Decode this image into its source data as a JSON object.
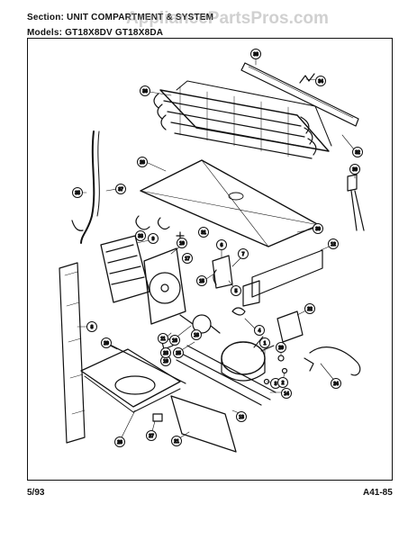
{
  "header": {
    "section_label": "Section:",
    "section_value": "UNIT COMPARTMENT & SYSTEM",
    "models_label": "Models:",
    "models_value": "GT18X8DV  GT18X8DA"
  },
  "watermark": "AppliancePartsPros.com",
  "footer": {
    "date": "5/93",
    "page_code": "A41-85"
  },
  "callouts": [
    {
      "id": "c38",
      "label": "38"
    },
    {
      "id": "c34",
      "label": "34"
    },
    {
      "id": "c39",
      "label": "39"
    },
    {
      "id": "c32",
      "label": "32"
    },
    {
      "id": "c36",
      "label": "36"
    },
    {
      "id": "c28",
      "label": "28"
    },
    {
      "id": "c37",
      "label": "37"
    },
    {
      "id": "c35",
      "label": "35"
    },
    {
      "id": "c33",
      "label": "33"
    },
    {
      "id": "c31",
      "label": "31"
    },
    {
      "id": "c30",
      "label": "30"
    },
    {
      "id": "c12",
      "label": "12"
    },
    {
      "id": "c9",
      "label": "9"
    },
    {
      "id": "c10",
      "label": "10"
    },
    {
      "id": "c17",
      "label": "17"
    },
    {
      "id": "c6",
      "label": "6"
    },
    {
      "id": "c7",
      "label": "7"
    },
    {
      "id": "c15",
      "label": "15"
    },
    {
      "id": "c5",
      "label": "5"
    },
    {
      "id": "c8",
      "label": "8"
    },
    {
      "id": "c22",
      "label": "22"
    },
    {
      "id": "c4",
      "label": "4"
    },
    {
      "id": "c11",
      "label": "11"
    },
    {
      "id": "c18",
      "label": "18"
    },
    {
      "id": "c16",
      "label": "16"
    },
    {
      "id": "c25",
      "label": "25"
    },
    {
      "id": "c19",
      "label": "19"
    },
    {
      "id": "c1",
      "label": "1"
    },
    {
      "id": "c24",
      "label": "24"
    },
    {
      "id": "c20",
      "label": "20"
    },
    {
      "id": "c3",
      "label": "3"
    },
    {
      "id": "c2",
      "label": "2"
    },
    {
      "id": "c14",
      "label": "14"
    },
    {
      "id": "c13",
      "label": "13"
    },
    {
      "id": "c29",
      "label": "29"
    },
    {
      "id": "c27",
      "label": "27"
    },
    {
      "id": "c21",
      "label": "21"
    },
    {
      "id": "c26",
      "label": "26"
    },
    {
      "id": "c23",
      "label": "23"
    }
  ]
}
